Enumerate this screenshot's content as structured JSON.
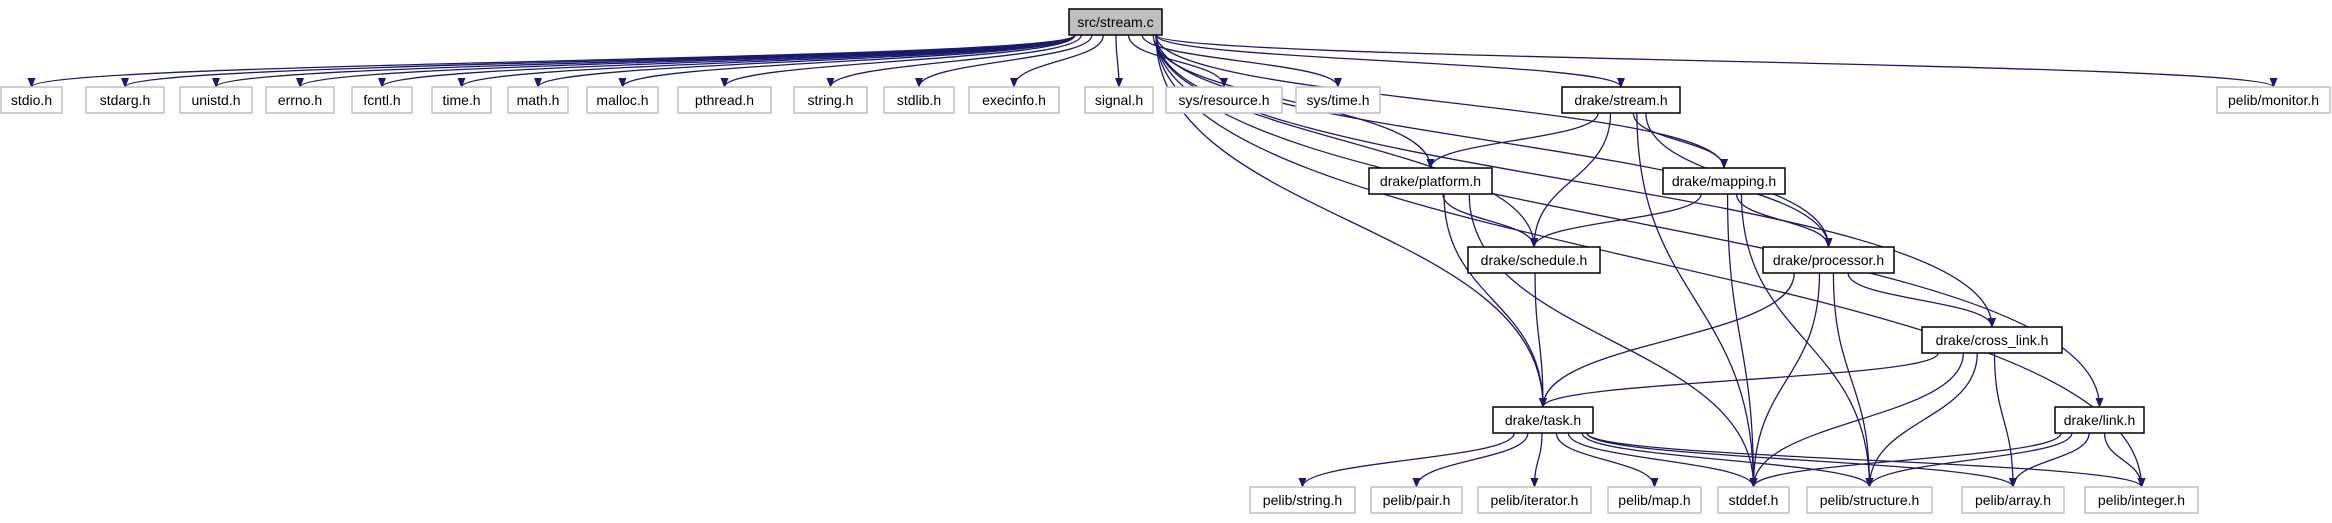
{
  "colors": {
    "edge": "#191970",
    "external_border": "#bfbfbf",
    "internal_border": "#000000",
    "root_fill": "#bfbfbf",
    "background": "#ffffff"
  },
  "nodes": [
    {
      "id": "stream_c",
      "label": "src/stream.c",
      "kind": "root"
    },
    {
      "id": "stdio",
      "label": "stdio.h",
      "kind": "external"
    },
    {
      "id": "stdarg",
      "label": "stdarg.h",
      "kind": "external"
    },
    {
      "id": "unistd",
      "label": "unistd.h",
      "kind": "external"
    },
    {
      "id": "errno",
      "label": "errno.h",
      "kind": "external"
    },
    {
      "id": "fcntl",
      "label": "fcntl.h",
      "kind": "external"
    },
    {
      "id": "time",
      "label": "time.h",
      "kind": "external"
    },
    {
      "id": "math",
      "label": "math.h",
      "kind": "external"
    },
    {
      "id": "malloc",
      "label": "malloc.h",
      "kind": "external"
    },
    {
      "id": "pthread",
      "label": "pthread.h",
      "kind": "external"
    },
    {
      "id": "string",
      "label": "string.h",
      "kind": "external"
    },
    {
      "id": "stdlib",
      "label": "stdlib.h",
      "kind": "external"
    },
    {
      "id": "execinfo",
      "label": "execinfo.h",
      "kind": "external"
    },
    {
      "id": "signal",
      "label": "signal.h",
      "kind": "external"
    },
    {
      "id": "sys_resource",
      "label": "sys/resource.h",
      "kind": "external"
    },
    {
      "id": "sys_time",
      "label": "sys/time.h",
      "kind": "external"
    },
    {
      "id": "drake_stream",
      "label": "drake/stream.h",
      "kind": "internal"
    },
    {
      "id": "pelib_monitor",
      "label": "pelib/monitor.h",
      "kind": "external"
    },
    {
      "id": "drake_platform",
      "label": "drake/platform.h",
      "kind": "internal"
    },
    {
      "id": "drake_mapping",
      "label": "drake/mapping.h",
      "kind": "internal"
    },
    {
      "id": "drake_schedule",
      "label": "drake/schedule.h",
      "kind": "internal"
    },
    {
      "id": "drake_processor",
      "label": "drake/processor.h",
      "kind": "internal"
    },
    {
      "id": "drake_cross_link",
      "label": "drake/cross_link.h",
      "kind": "internal"
    },
    {
      "id": "drake_task",
      "label": "drake/task.h",
      "kind": "internal"
    },
    {
      "id": "drake_link",
      "label": "drake/link.h",
      "kind": "internal"
    },
    {
      "id": "pelib_string",
      "label": "pelib/string.h",
      "kind": "external"
    },
    {
      "id": "pelib_pair",
      "label": "pelib/pair.h",
      "kind": "external"
    },
    {
      "id": "pelib_iterator",
      "label": "pelib/iterator.h",
      "kind": "external"
    },
    {
      "id": "pelib_map",
      "label": "pelib/map.h",
      "kind": "external"
    },
    {
      "id": "stddef",
      "label": "stddef.h",
      "kind": "external"
    },
    {
      "id": "pelib_structure",
      "label": "pelib/structure.h",
      "kind": "external"
    },
    {
      "id": "pelib_array",
      "label": "pelib/array.h",
      "kind": "external"
    },
    {
      "id": "pelib_integer",
      "label": "pelib/integer.h",
      "kind": "external"
    }
  ],
  "edges": [
    [
      "stream_c",
      "stdio"
    ],
    [
      "stream_c",
      "stdarg"
    ],
    [
      "stream_c",
      "unistd"
    ],
    [
      "stream_c",
      "errno"
    ],
    [
      "stream_c",
      "fcntl"
    ],
    [
      "stream_c",
      "time"
    ],
    [
      "stream_c",
      "math"
    ],
    [
      "stream_c",
      "malloc"
    ],
    [
      "stream_c",
      "pthread"
    ],
    [
      "stream_c",
      "string"
    ],
    [
      "stream_c",
      "stdlib"
    ],
    [
      "stream_c",
      "execinfo"
    ],
    [
      "stream_c",
      "signal"
    ],
    [
      "stream_c",
      "sys_resource"
    ],
    [
      "stream_c",
      "sys_time"
    ],
    [
      "stream_c",
      "drake_stream"
    ],
    [
      "stream_c",
      "pelib_monitor"
    ],
    [
      "stream_c",
      "drake_platform"
    ],
    [
      "stream_c",
      "drake_schedule"
    ],
    [
      "stream_c",
      "drake_task"
    ],
    [
      "stream_c",
      "drake_mapping"
    ],
    [
      "stream_c",
      "drake_processor"
    ],
    [
      "stream_c",
      "drake_cross_link"
    ],
    [
      "stream_c",
      "drake_link"
    ],
    [
      "stream_c",
      "pelib_integer"
    ],
    [
      "drake_stream",
      "drake_platform"
    ],
    [
      "drake_stream",
      "drake_schedule"
    ],
    [
      "drake_stream",
      "drake_mapping"
    ],
    [
      "drake_stream",
      "drake_processor"
    ],
    [
      "drake_stream",
      "stddef"
    ],
    [
      "drake_platform",
      "drake_schedule"
    ],
    [
      "drake_platform",
      "drake_task"
    ],
    [
      "drake_platform",
      "stddef"
    ],
    [
      "drake_mapping",
      "drake_schedule"
    ],
    [
      "drake_mapping",
      "drake_processor"
    ],
    [
      "drake_mapping",
      "stddef"
    ],
    [
      "drake_mapping",
      "pelib_structure"
    ],
    [
      "drake_schedule",
      "drake_task"
    ],
    [
      "drake_processor",
      "drake_task"
    ],
    [
      "drake_processor",
      "drake_cross_link"
    ],
    [
      "drake_processor",
      "stddef"
    ],
    [
      "drake_processor",
      "pelib_structure"
    ],
    [
      "drake_cross_link",
      "drake_task"
    ],
    [
      "drake_cross_link",
      "stddef"
    ],
    [
      "drake_cross_link",
      "pelib_structure"
    ],
    [
      "drake_cross_link",
      "pelib_array"
    ],
    [
      "drake_task",
      "pelib_string"
    ],
    [
      "drake_task",
      "pelib_pair"
    ],
    [
      "drake_task",
      "pelib_iterator"
    ],
    [
      "drake_task",
      "pelib_map"
    ],
    [
      "drake_task",
      "stddef"
    ],
    [
      "drake_task",
      "pelib_structure"
    ],
    [
      "drake_task",
      "pelib_array"
    ],
    [
      "drake_task",
      "pelib_integer"
    ],
    [
      "drake_link",
      "stddef"
    ],
    [
      "drake_link",
      "pelib_structure"
    ],
    [
      "drake_link",
      "pelib_array"
    ],
    [
      "drake_link",
      "pelib_integer"
    ]
  ]
}
